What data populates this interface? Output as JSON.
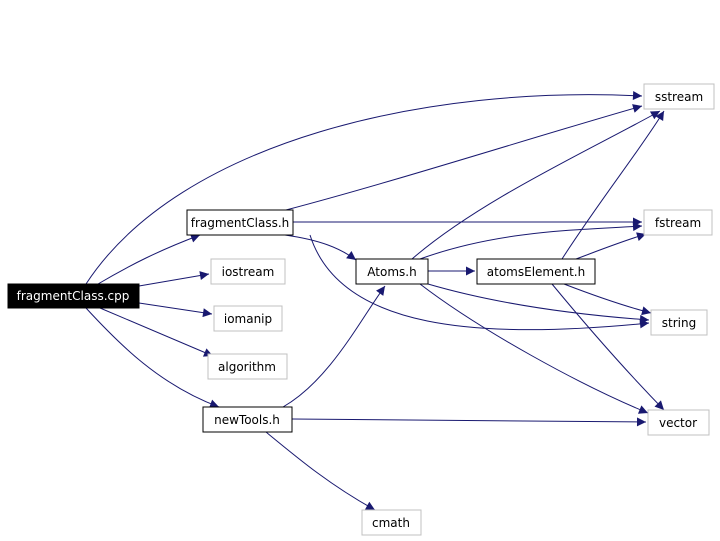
{
  "graph": {
    "nodes": [
      {
        "id": "fragmentClass_cpp",
        "label": "fragmentClass.cpp",
        "style": "root"
      },
      {
        "id": "fragmentClass_h",
        "label": "fragmentClass.h",
        "style": "local"
      },
      {
        "id": "iostream",
        "label": "iostream",
        "style": "system"
      },
      {
        "id": "iomanip",
        "label": "iomanip",
        "style": "system"
      },
      {
        "id": "algorithm",
        "label": "algorithm",
        "style": "system"
      },
      {
        "id": "newTools_h",
        "label": "newTools.h",
        "style": "local"
      },
      {
        "id": "Atoms_h",
        "label": "Atoms.h",
        "style": "local"
      },
      {
        "id": "atomsElement_h",
        "label": "atomsElement.h",
        "style": "local"
      },
      {
        "id": "sstream",
        "label": "sstream",
        "style": "system"
      },
      {
        "id": "fstream",
        "label": "fstream",
        "style": "system"
      },
      {
        "id": "string",
        "label": "string",
        "style": "system"
      },
      {
        "id": "vector",
        "label": "vector",
        "style": "system"
      },
      {
        "id": "cmath",
        "label": "cmath",
        "style": "system"
      }
    ],
    "edges": [
      {
        "from": "fragmentClass_cpp",
        "to": "sstream"
      },
      {
        "from": "fragmentClass_cpp",
        "to": "fragmentClass_h"
      },
      {
        "from": "fragmentClass_cpp",
        "to": "iostream"
      },
      {
        "from": "fragmentClass_cpp",
        "to": "iomanip"
      },
      {
        "from": "fragmentClass_cpp",
        "to": "algorithm"
      },
      {
        "from": "fragmentClass_cpp",
        "to": "newTools_h"
      },
      {
        "from": "fragmentClass_h",
        "to": "sstream"
      },
      {
        "from": "fragmentClass_h",
        "to": "fstream"
      },
      {
        "from": "fragmentClass_h",
        "to": "Atoms_h"
      },
      {
        "from": "fragmentClass_h",
        "to": "string"
      },
      {
        "from": "Atoms_h",
        "to": "sstream"
      },
      {
        "from": "Atoms_h",
        "to": "fstream"
      },
      {
        "from": "Atoms_h",
        "to": "atomsElement_h"
      },
      {
        "from": "Atoms_h",
        "to": "string"
      },
      {
        "from": "Atoms_h",
        "to": "vector"
      },
      {
        "from": "atomsElement_h",
        "to": "sstream"
      },
      {
        "from": "atomsElement_h",
        "to": "fstream"
      },
      {
        "from": "atomsElement_h",
        "to": "string"
      },
      {
        "from": "atomsElement_h",
        "to": "vector"
      },
      {
        "from": "newTools_h",
        "to": "Atoms_h"
      },
      {
        "from": "newTools_h",
        "to": "vector"
      },
      {
        "from": "newTools_h",
        "to": "cmath"
      }
    ]
  },
  "colors": {
    "edge": "#191970",
    "root_fill": "#000000",
    "root_text": "#ffffff",
    "local_border": "#000000",
    "system_border": "#c0c0c0",
    "text": "#000000"
  }
}
